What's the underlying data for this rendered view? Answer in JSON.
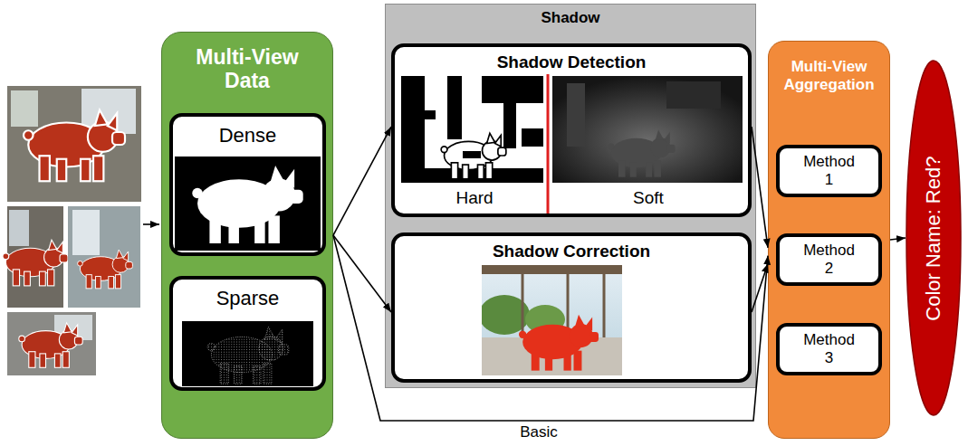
{
  "diagram": {
    "nodes": [
      {
        "text": [
          "Multi-View Data"
        ]
      },
      {
        "text": [
          "Dense"
        ],
        "in": 0
      },
      {
        "text": [
          "Sparse"
        ],
        "in": 0
      },
      {
        "text": [
          "Shadow"
        ]
      },
      {
        "text": [
          "Shadow Detection",
          "Hard",
          "Soft"
        ],
        "in": 3
      },
      {
        "text": [
          "Shadow Correction"
        ],
        "in": 3
      },
      {
        "text": [
          "Multi-View Aggregation"
        ]
      },
      {
        "text": [
          "Method 1"
        ],
        "in": 6
      },
      {
        "text": [
          "Method 2"
        ],
        "in": 6
      },
      {
        "text": [
          "Method 3"
        ],
        "in": 6
      },
      {
        "text": [
          "Color Name: Red?"
        ]
      }
    ],
    "edges": [
      {
        "from": 0,
        "to": 4,
        "arrow": "to"
      },
      {
        "from": 0,
        "to": 5,
        "arrow": "to"
      },
      {
        "from": 0,
        "to": 6,
        "label": "Basic",
        "arrow": "to"
      },
      {
        "from": 4,
        "to": 6,
        "arrow": "to"
      },
      {
        "from": 5,
        "to": 6,
        "arrow": "to"
      },
      {
        "from": 6,
        "to": 10,
        "arrow": "to"
      }
    ]
  }
}
